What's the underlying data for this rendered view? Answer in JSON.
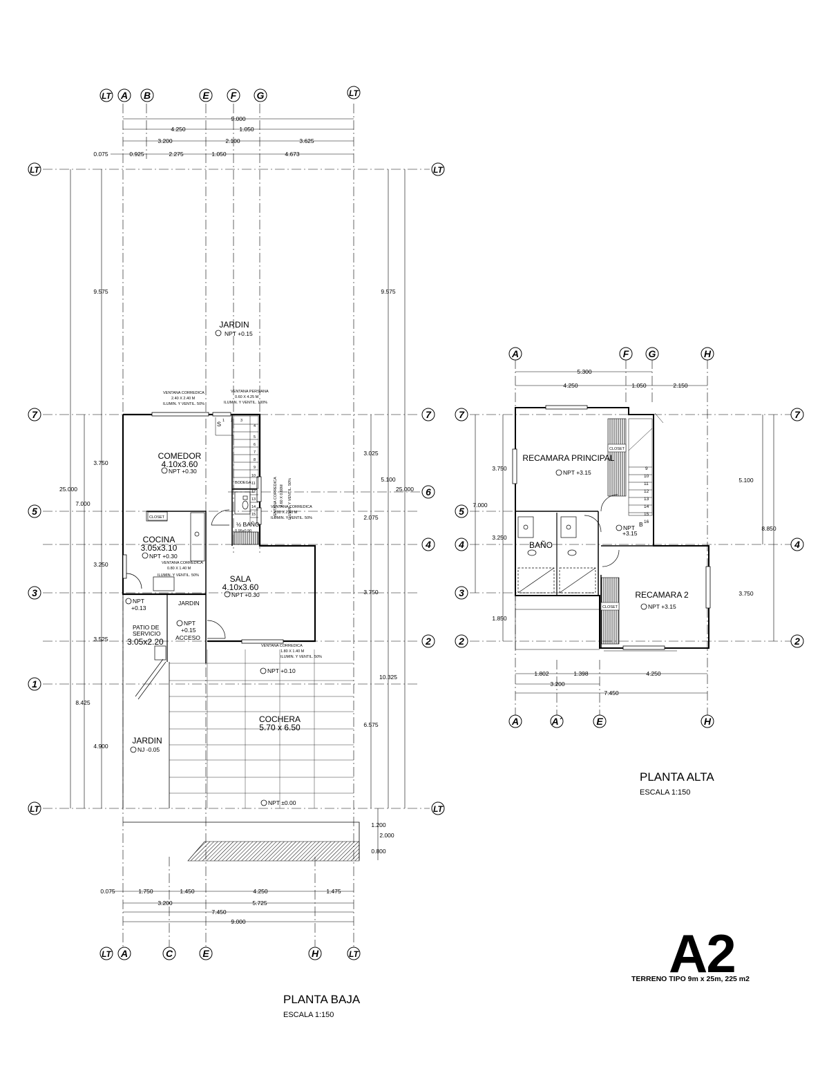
{
  "grid": {
    "lt": "LT",
    "A": "A",
    "B": "B",
    "C": "C",
    "E": "E",
    "F": "F",
    "G": "G",
    "H": "H",
    "Aprime": "A´",
    "n1": "1",
    "n2": "2",
    "n3": "3",
    "n4": "4",
    "n5": "5",
    "n6": "6",
    "n7": "7"
  },
  "planta_baja": {
    "title": "PLANTA BAJA",
    "scale": "ESCALA 1:150",
    "dims_top": [
      "9.000",
      "4.250",
      "1.050",
      "3.200",
      "2.100",
      "3.625",
      "0.075",
      "0.925",
      "2.275",
      "1.050",
      "4.673"
    ],
    "dims_left": [
      "25.000",
      "9.575",
      "7.000",
      "3.750",
      "3.250",
      "3.525",
      "8.425",
      "4.900"
    ],
    "dims_right": [
      "9.575",
      "3.025",
      "5.100",
      "25.000",
      "2.075",
      "3.750",
      "10.325",
      "6.575",
      "1.200",
      "2.000",
      "0.800"
    ],
    "dims_bottom": [
      "0.075",
      "1.750",
      "1.450",
      "4.250",
      "1.475",
      "3.200",
      "5.725",
      "7.450",
      "9.000"
    ],
    "rooms": {
      "jardin_top": "JARDIN",
      "npt_jardin_top": "NPT +0.15",
      "comedor": "COMEDOR",
      "comedor_size": "4.10x3.60",
      "npt_comedor": "NPT +0.30",
      "cocina": "COCINA",
      "cocina_size": "3.05x3.10",
      "npt_cocina": "NPT +0.30",
      "sala": "SALA",
      "sala_size": "4.10x3.60",
      "npt_sala": "NPT +0.30",
      "bano": "½ BAÑO",
      "bano_size": "0.95x0.90",
      "bodega": "BODEGA",
      "closet": "CLOSET",
      "jardin_small": "JARDIN",
      "patio": "PATIO DE",
      "patio2": "SERVICIO",
      "patio_size": "3.05x2.20",
      "npt_patio": "NPT",
      "npt_patio_val": "+0.13",
      "acceso_npt": "NPT",
      "acceso_npt_val": "+0.15",
      "acceso": "ACCESO",
      "npt_010": "NPT +0.10",
      "cochera": "COCHERA",
      "cochera_size": "5.70 x 6.50",
      "jardin_bottom": "JARDIN",
      "nj": "NJ -0.05",
      "npt_000": "NPT ±0.00"
    },
    "notes": {
      "v1a": "VENTANA CORREDICA",
      "v1b": "2.40 X 2.40 M",
      "v1c": "ILUMIN. Y VENTIL. 50%",
      "v2a": "VENTANA PERSIANA",
      "v2b": "0.60 X 4.25 M",
      "v2c": "ILUMIN. Y VENTIL. 100%",
      "v3a": "VENTANA CORREDICA",
      "v3b": "0.80 X 1.40 M",
      "v3c": "ILUMIN. Y VENTIL. 50%",
      "v4a": "VENTANA CORREDICA",
      "v4b": "2.00 X 2.40 M",
      "v4c": "ILUMIN. Y VENTIL. 50%",
      "v5a": "VENTANA CORREDICA",
      "v5b": "1.80 X 1.40 M",
      "v5c": "ILUMIN. Y VENTIL. 50%",
      "v6a": "VENTANA CORREDICA",
      "v6b": "0.60 X 0.60M",
      "v6c": "ILUMIN. Y VENTIL. 50%"
    },
    "stairs": [
      "1",
      "2",
      "3",
      "4",
      "5",
      "6",
      "7",
      "8",
      "9",
      "10",
      "11",
      "12",
      "13",
      "14",
      "15"
    ],
    "stair_s": "S"
  },
  "planta_alta": {
    "title": "PLANTA ALTA",
    "scale": "ESCALA 1:150",
    "dims_top": [
      "5.300",
      "4.250",
      "1.050",
      "2.150"
    ],
    "dims_left": [
      "3.750",
      "7.000",
      "3.250",
      "1.850"
    ],
    "dims_right": [
      "5.100",
      "8.850",
      "3.750"
    ],
    "dims_bottom": [
      "1.802",
      "1.398",
      "4.250",
      "3.200",
      "7.450"
    ],
    "rooms": {
      "recamara_p": "RECAMARA PRINCIPAL",
      "npt_rp": "NPT +3.15",
      "closet1": "CLOSET",
      "closet2": "CLOSET",
      "bano": "BAÑO",
      "npt_hall": "NPT",
      "npt_hall_val": "+3.15",
      "b_label": "B",
      "recamara_2": "RECAMARA 2",
      "npt_r2": "NPT +3.15"
    },
    "stairs": [
      "9",
      "10",
      "11",
      "12",
      "13",
      "14",
      "15",
      "16"
    ]
  },
  "sheet": {
    "code": "A2",
    "subtitle": "TERRENO TIPO 9m x 25m, 225 m2"
  }
}
